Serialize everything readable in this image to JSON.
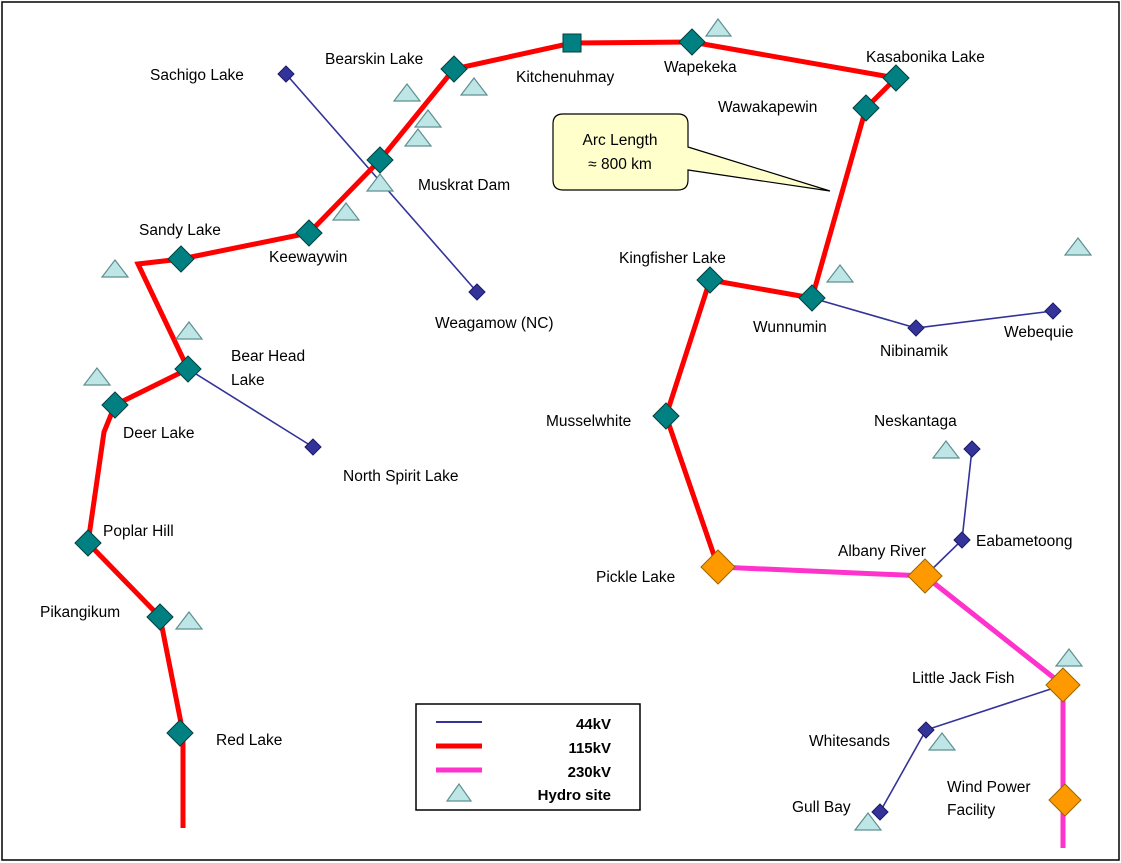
{
  "colors": {
    "kv44": "#33339a",
    "kv115": "#ff0000",
    "kv230": "#ff33cc",
    "station_existing": "#008080",
    "station_230": "#ff9900",
    "node_44kv": "#333399",
    "hydro_fill": "#bfe6e6",
    "hydro_stroke": "#5f8f8f",
    "callout_fill": "#ffffcc"
  },
  "legend": {
    "items": [
      {
        "label": "44kV",
        "symbol": "line-44kv"
      },
      {
        "label": "115kV",
        "symbol": "line-115kv"
      },
      {
        "label": "230kV",
        "symbol": "line-230kv"
      },
      {
        "label": "Hydro site",
        "symbol": "hydro-triangle-icon"
      }
    ]
  },
  "callout": {
    "line1": "Arc Length",
    "line2": "≈ 800 km"
  },
  "communities": {
    "sachigo_lake": "Sachigo Lake",
    "bearskin_lake": "Bearskin Lake",
    "kitchenuhmay": "Kitchenuhmay",
    "wapekeka": "Wapekeka",
    "kasabonika_lake": "Kasabonika Lake",
    "wawakapewin": "Wawakapewin",
    "muskrat_dam": "Muskrat Dam",
    "sandy_lake": "Sandy Lake",
    "keewaywin": "Keewaywin",
    "kingfisher_lake": "Kingfisher Lake",
    "weagamow": "Weagamow (NC)",
    "wunnumin": "Wunnumin",
    "nibinamik": "Nibinamik",
    "webequie": "Webequie",
    "bear_head_lake_1": "Bear Head",
    "bear_head_lake_2": "Lake",
    "deer_lake": "Deer Lake",
    "musselwhite": "Musselwhite",
    "north_spirit_lake": "North Spirit Lake",
    "neskantaga": "Neskantaga",
    "poplar_hill": "Poplar Hill",
    "eabametoong": "Eabametoong",
    "albany_river": "Albany River",
    "pickle_lake": "Pickle Lake",
    "pikangikum": "Pikangikum",
    "little_jack_fish": "Little Jack Fish",
    "red_lake": "Red Lake",
    "whitesands": "Whitesands",
    "wind_power_1": "Wind Power",
    "wind_power_2": "Facility",
    "gull_bay": "Gull Bay"
  }
}
